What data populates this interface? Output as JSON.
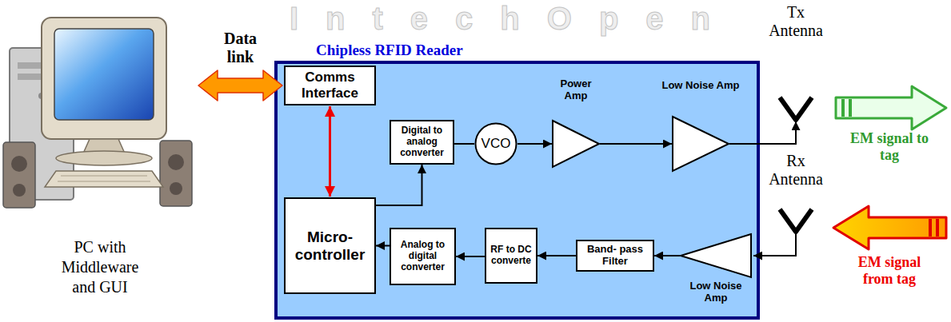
{
  "diagram": {
    "nodes": [
      {
        "text": [
          "PC with Middleware and GUI"
        ]
      },
      {
        "text": [
          "Chipless RFID Reader"
        ]
      },
      {
        "text": [
          "Comms Interface"
        ],
        "in": 1
      },
      {
        "text": [
          "Micro- controller"
        ],
        "in": 1
      },
      {
        "text": [
          "Digital to analog converter"
        ],
        "in": 1
      },
      {
        "text": [
          "VCO"
        ],
        "in": 1
      },
      {
        "text": [
          "Power Amp"
        ],
        "in": 1
      },
      {
        "text": [
          "Low Noise Amp"
        ],
        "in": 1
      },
      {
        "text": [
          "Low Noise Amp"
        ],
        "in": 1
      },
      {
        "text": [
          "Band- pass Filter"
        ],
        "in": 1
      },
      {
        "text": [
          "RF to DC converte"
        ],
        "in": 1
      },
      {
        "text": [
          "Analog to digital converter"
        ],
        "in": 1
      }
    ],
    "edges": [
      {
        "from": 0,
        "to": 2,
        "arrow": "both",
        "label": "Data link"
      },
      {
        "from": 2,
        "to": 3,
        "arrow": "both"
      },
      {
        "from": 3,
        "to": 4,
        "arrow": "to"
      },
      {
        "from": 4,
        "to": 5,
        "arrow": "none"
      },
      {
        "from": 5,
        "to": 6,
        "arrow": "to"
      },
      {
        "from": 6,
        "to": 7,
        "arrow": "to"
      },
      {
        "from": 8,
        "to": 9,
        "arrow": "to"
      },
      {
        "from": 9,
        "to": 10,
        "arrow": "to"
      },
      {
        "from": 10,
        "to": 11,
        "arrow": "to"
      },
      {
        "from": 11,
        "to": 3,
        "arrow": "to"
      }
    ],
    "labels": [
      "IntechOpen",
      "Tx Antenna",
      "Rx Antenna",
      "EM signal to tag",
      "EM signal from tag"
    ]
  }
}
